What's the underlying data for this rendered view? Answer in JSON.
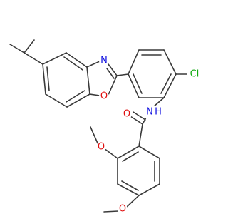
{
  "molecule": {
    "colors": {
      "bond": "#3a3a3a",
      "C": "#3a3a3a",
      "N": "#1010e0",
      "O": "#e01010",
      "Cl": "#11aa11"
    },
    "atom_labels": [
      {
        "id": "n_benzoxazole",
        "text": "N",
        "element": "N"
      },
      {
        "id": "o_benzoxazole",
        "text": "O",
        "element": "O"
      },
      {
        "id": "cl",
        "text": "Cl",
        "element": "Cl"
      },
      {
        "id": "nh",
        "text": "N",
        "element": "N"
      },
      {
        "id": "h_amide",
        "text": "H",
        "element": "N"
      },
      {
        "id": "o_carbonyl",
        "text": "O",
        "element": "O"
      },
      {
        "id": "o_methoxy_2",
        "text": "O",
        "element": "O"
      },
      {
        "id": "o_methoxy_4",
        "text": "O",
        "element": "O"
      }
    ]
  }
}
